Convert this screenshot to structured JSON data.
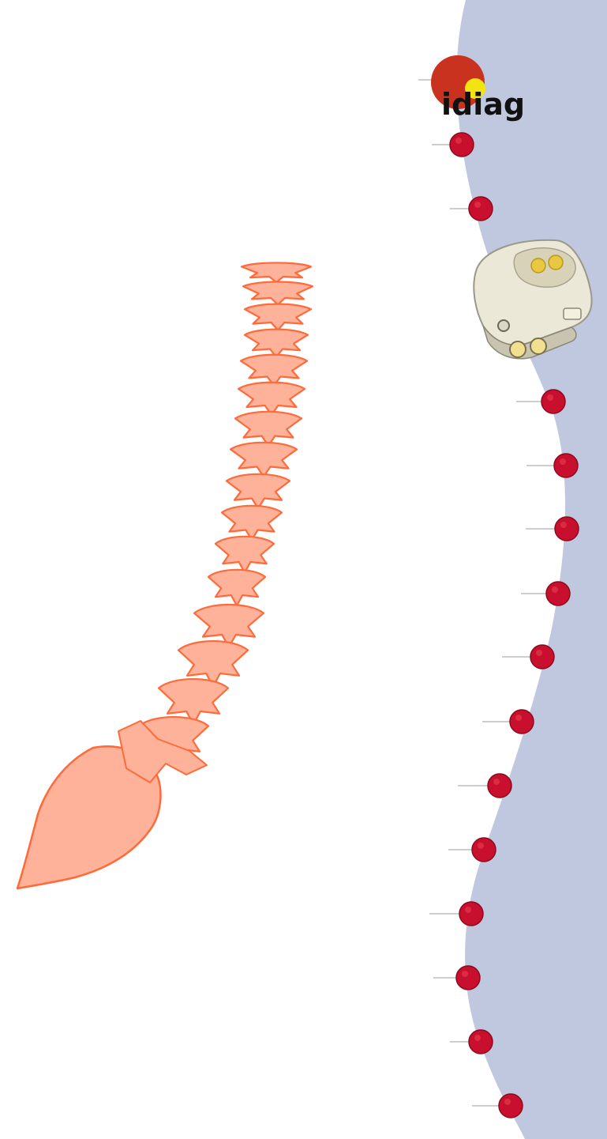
{
  "logo": {
    "text": "idiag"
  },
  "colors": {
    "background": "#ffffff",
    "back_panel": "#c0c8e0",
    "marker_red": "#c8102e",
    "marker_dark": "#8c0a1e",
    "logo_red": "#c8321e",
    "logo_yellow": "#f2e313",
    "spine_fill": "#ffb29a",
    "spine_stroke": "#ff6a3a",
    "tick": "#b0b0b0"
  },
  "icons": {
    "logo": "idiag-logo-icon",
    "device": "spinal-mouse-device-icon",
    "spine": "spine-illustration",
    "marker": "measurement-point-marker"
  },
  "measurement_points_count": 15
}
